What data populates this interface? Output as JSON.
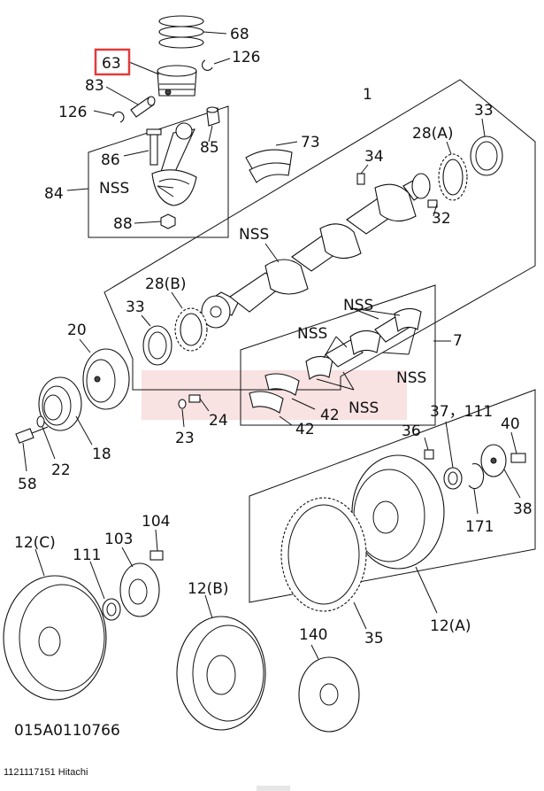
{
  "diagram": {
    "callouts": {
      "c68": "68",
      "c126a": "126",
      "c63": "63",
      "c83": "83",
      "c126b": "126",
      "c1": "1",
      "c33a": "33",
      "c28a": "28(A)",
      "c73": "73",
      "c85": "85",
      "c86": "86",
      "c34": "34",
      "c84": "84",
      "cNSSa": "NSS",
      "c32": "32",
      "c88": "88",
      "cNSSb": "NSS",
      "c28b": "28(B)",
      "c33b": "33",
      "cNSSc": "NSS",
      "cNSSd": "NSS",
      "c7": "7",
      "c20": "20",
      "cNSSe": "NSS",
      "cNSSf": "NSS",
      "c42a": "42",
      "c24": "24",
      "c23": "23",
      "c42b": "42",
      "c37": "37，111",
      "c40": "40",
      "c36": "36",
      "c18": "18",
      "c22": "22",
      "c58": "58",
      "c171": "171",
      "c38": "38",
      "c104": "104",
      "c12c": "12(C)",
      "c103": "103",
      "c111": "111",
      "c12b": "12(B)",
      "c12a": "12(A)",
      "c140": "140",
      "c35": "35"
    },
    "drawing_number": "015A0110766",
    "highlight_color": "#e23b3b"
  },
  "footer": {
    "text": "1121117151 Hitachi"
  }
}
